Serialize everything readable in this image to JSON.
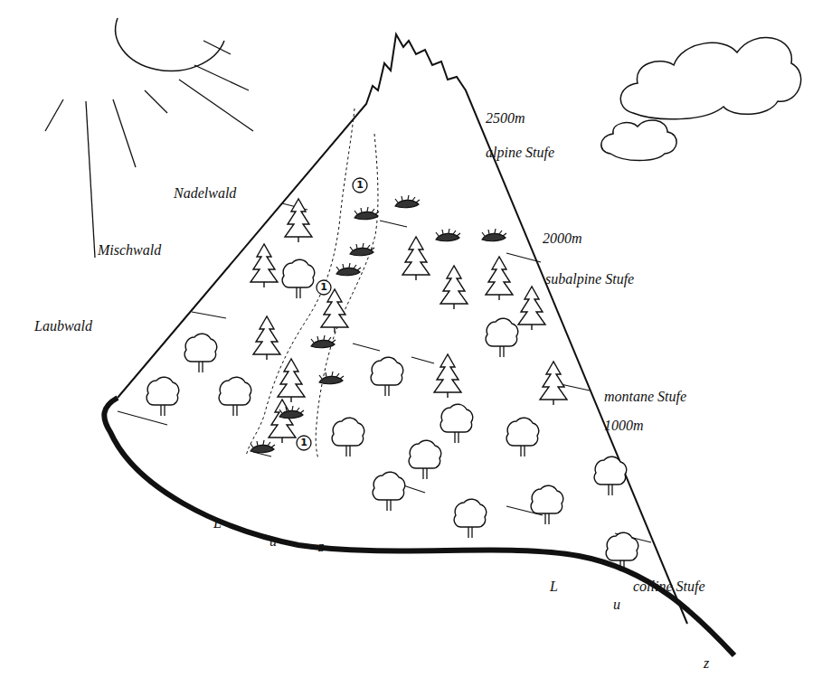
{
  "diagram": {
    "labels": [
      "2500m",
      "alpine Stufe",
      "Nadelwald",
      "1",
      "2000m",
      "Mischwald",
      "subalpine Stufe",
      "1",
      "Laubwald",
      "montane Stufe",
      "1000m",
      "1",
      "L",
      "u",
      "z",
      "L",
      "u",
      "colline Stufe",
      "z"
    ]
  }
}
